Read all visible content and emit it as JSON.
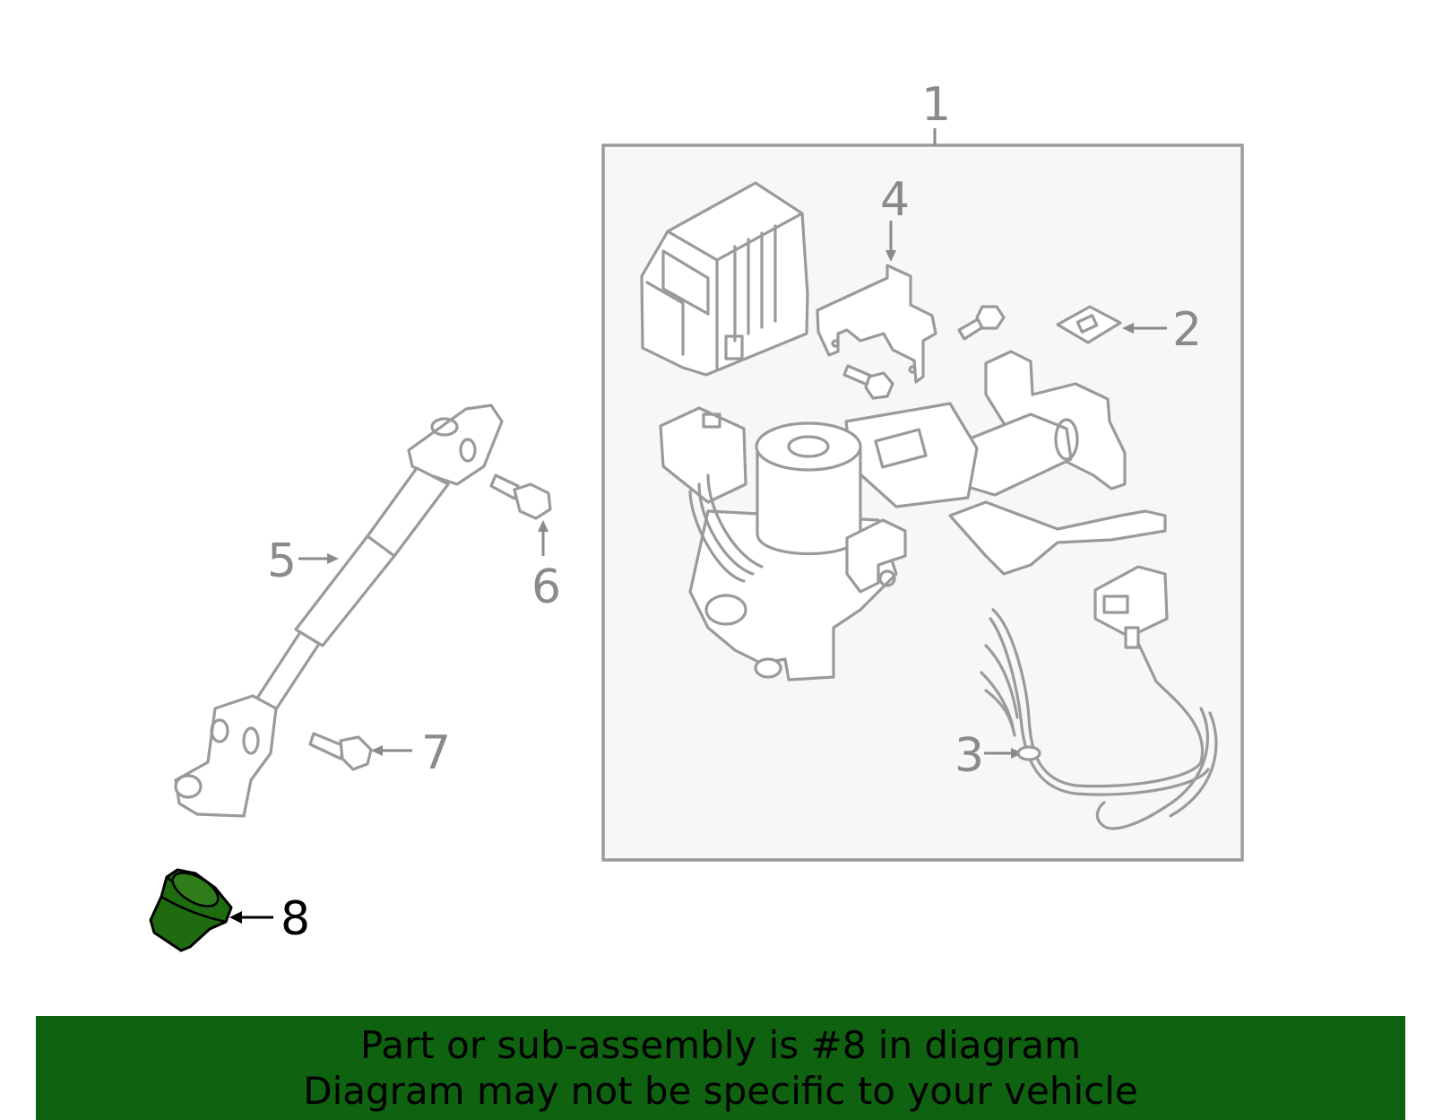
{
  "callouts": {
    "c1": "1",
    "c2": "2",
    "c3": "3",
    "c4": "4",
    "c5": "5",
    "c6": "6",
    "c7": "7",
    "c8": "8"
  },
  "highlighted_part": "8",
  "colors": {
    "highlight_part": "#1e6b10",
    "banner_background": "#0f6210",
    "line_art": "#9a9a9a",
    "assembly_box_fill": "#f7f7f7"
  },
  "banner": {
    "line1": "Part or sub-assembly is #8 in diagram",
    "line2": "Diagram may not be specific to your vehicle"
  }
}
